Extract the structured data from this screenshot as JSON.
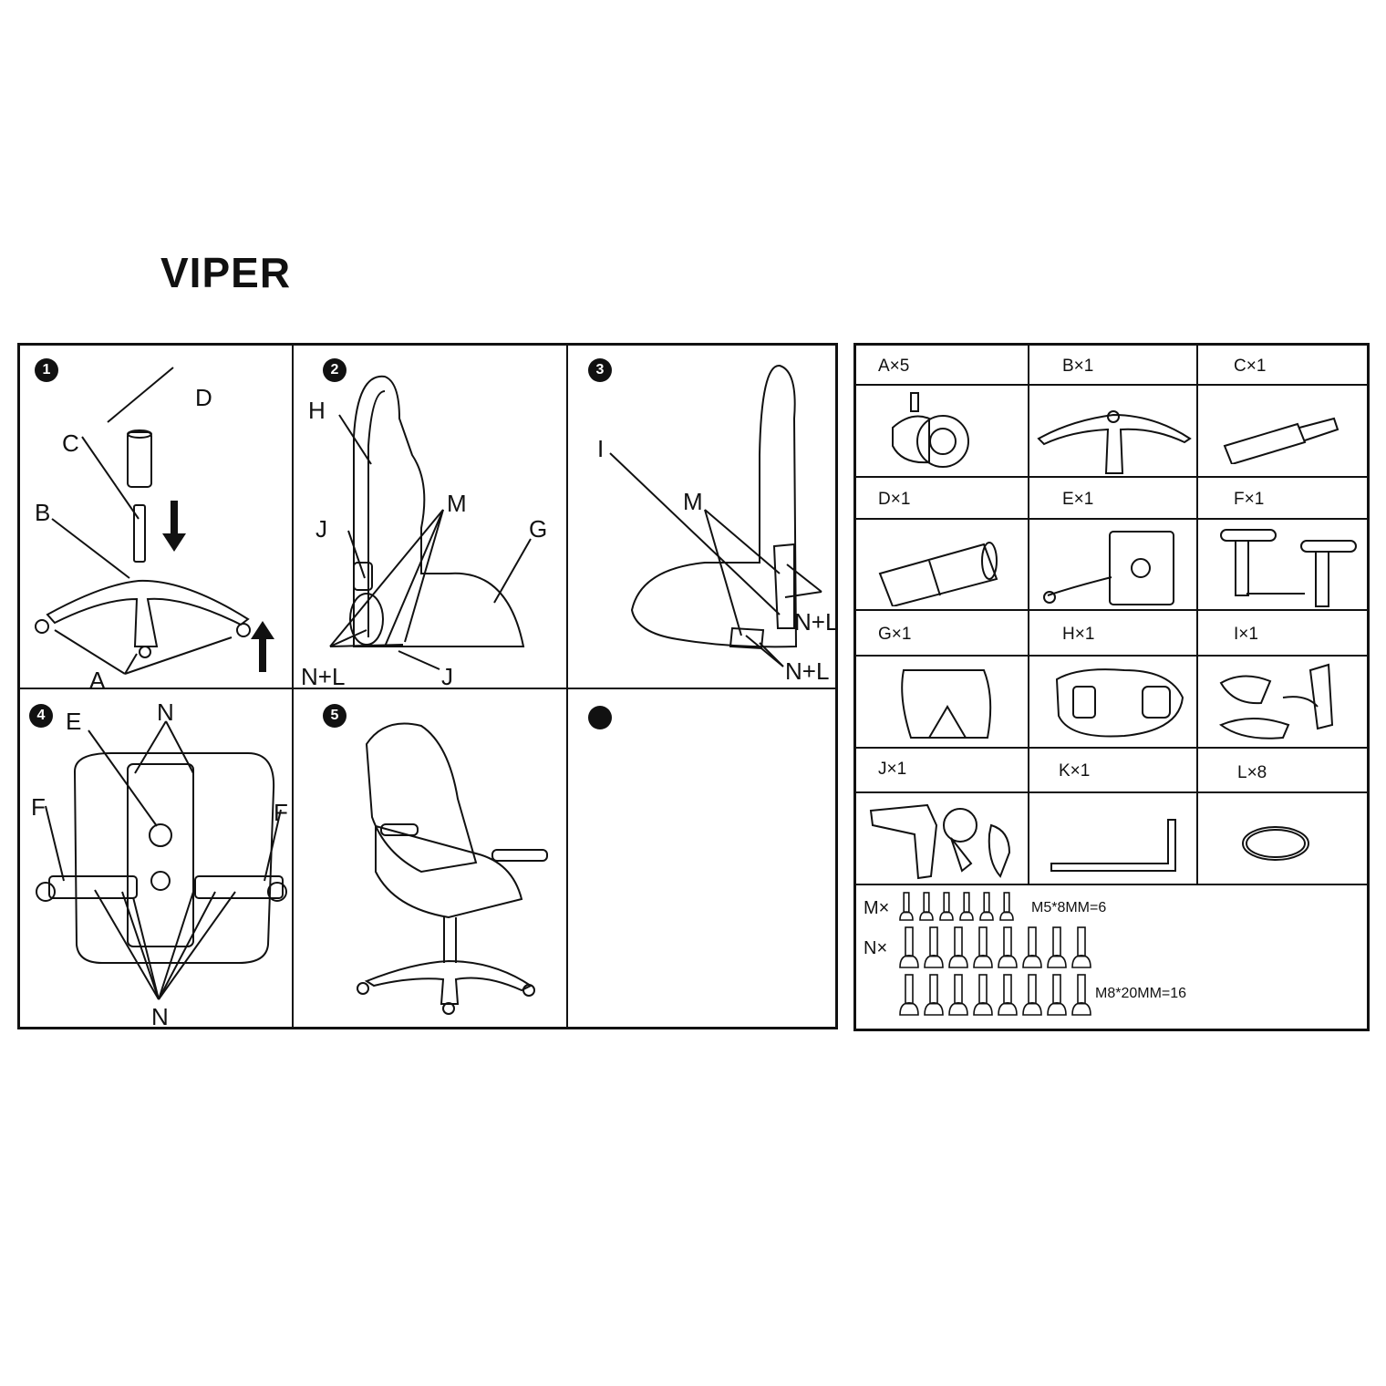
{
  "title": "VIPER",
  "steps": [
    {
      "num": "1",
      "labels": {
        "d": "D",
        "c": "C",
        "b": "B",
        "a": "A"
      }
    },
    {
      "num": "2",
      "labels": {
        "h": "H",
        "m": "M",
        "j1": "J",
        "g": "G",
        "nl": "N+L",
        "j2": "J"
      }
    },
    {
      "num": "3",
      "labels": {
        "i": "I",
        "m": "M",
        "nl1": "N+L",
        "nl2": "N+L"
      }
    },
    {
      "num": "4",
      "labels": {
        "e": "E",
        "n1": "N",
        "f1": "F",
        "f2": "F",
        "n2": "N"
      }
    },
    {
      "num": "5",
      "labels": {}
    },
    {
      "num": "",
      "labels": {}
    }
  ],
  "parts": [
    {
      "id": "A",
      "label": "A×5",
      "icon": "caster-wheel-icon"
    },
    {
      "id": "B",
      "label": "B×1",
      "icon": "star-base-icon"
    },
    {
      "id": "C",
      "label": "C×1",
      "icon": "gas-lift-icon"
    },
    {
      "id": "D",
      "label": "D×1",
      "icon": "cylinder-cover-icon"
    },
    {
      "id": "E",
      "label": "E×1",
      "icon": "tilt-mechanism-icon"
    },
    {
      "id": "F",
      "label": "F×1",
      "icon": "armrest-icon"
    },
    {
      "id": "G",
      "label": "G×1",
      "icon": "seat-cushion-icon"
    },
    {
      "id": "H",
      "label": "H×1",
      "icon": "backrest-icon"
    },
    {
      "id": "I",
      "label": "I×1",
      "icon": "side-covers-icon"
    },
    {
      "id": "J",
      "label": "J×1",
      "icon": "recline-bracket-icon"
    },
    {
      "id": "K",
      "label": "K×1",
      "icon": "hex-key-icon"
    },
    {
      "id": "L",
      "label": "L×8",
      "icon": "washer-icon"
    }
  ],
  "hardware": {
    "m_label": "M×",
    "m_spec": "M5*8MM=6",
    "m_count": 6,
    "n_label": "N×",
    "n_spec": "M8*20MM=16",
    "n_count": 16
  }
}
